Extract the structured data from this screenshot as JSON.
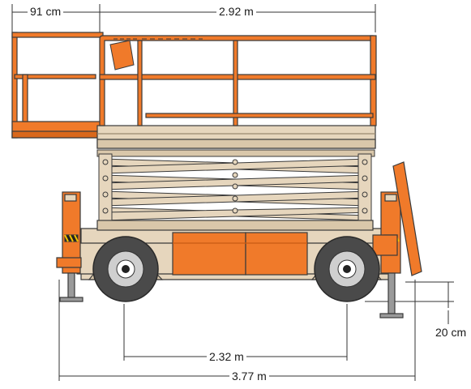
{
  "dimensions": {
    "extension_width": "91 cm",
    "platform_length": "2.92 m",
    "ground_clearance": "20 cm",
    "wheelbase": "2.32 m",
    "overall_length": "3.77 m"
  },
  "colors": {
    "orange": "#f07a2a",
    "orange_dark": "#c85a14",
    "beige": "#e6d6bd",
    "beige_dark": "#c9b89c",
    "tire": "#4a4a4a",
    "hub": "#cfcfcf",
    "steel": "#9a9a9a",
    "line": "#3a3a3a"
  }
}
